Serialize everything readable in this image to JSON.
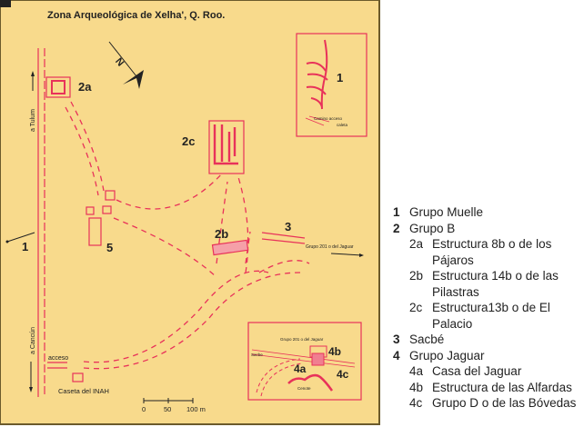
{
  "map": {
    "title": "Zona Arqueológica de Xelha', Q. Roo.",
    "north": "N",
    "labels": {
      "to_tulum": "a Tulum",
      "to_cancun": "a Cancún",
      "access": "acceso",
      "inah_booth": "Caseta del INAH",
      "l1": "1",
      "l2a": "2a",
      "l2b": "2b",
      "l2c": "2c",
      "l3": "3",
      "l5": "5",
      "sacbe_dest": "Grupo 201 o del Jaguar"
    },
    "inset_muelle": {
      "number": "1",
      "caption_line1": "Camino acceso",
      "caption_line2": "caleta"
    },
    "inset_jaguar": {
      "title": "Grupo 201 o del Jaguar",
      "sacbe": "Sacbe",
      "cenote": "Cenote",
      "l4a": "4a",
      "l4b": "4b",
      "l4c": "4c"
    },
    "scale": {
      "t0": "0",
      "t1": "50",
      "t2": "100 m"
    },
    "colors": {
      "background": "#f8da8c",
      "feature": "#e8325a",
      "text": "#222222"
    }
  },
  "legend": [
    {
      "num": "1",
      "label": "Grupo Muelle"
    },
    {
      "num": "2",
      "label": "Grupo B",
      "items": [
        {
          "num": "2a",
          "label": "Estructura 8b o de los Pájaros"
        },
        {
          "num": "2b",
          "label": "Estructura 14b o de las Pilastras"
        },
        {
          "num": "2c",
          "label": "Estructura13b o de El Palacio"
        }
      ]
    },
    {
      "num": "3",
      "label": "Sacbé"
    },
    {
      "num": "4",
      "label": "Grupo Jaguar",
      "items": [
        {
          "num": "4a",
          "label": "Casa del Jaguar"
        },
        {
          "num": "4b",
          "label": "Estructura de las Alfardas"
        },
        {
          "num": "4c",
          "label": "Grupo D o de las Bóvedas"
        }
      ]
    }
  ]
}
